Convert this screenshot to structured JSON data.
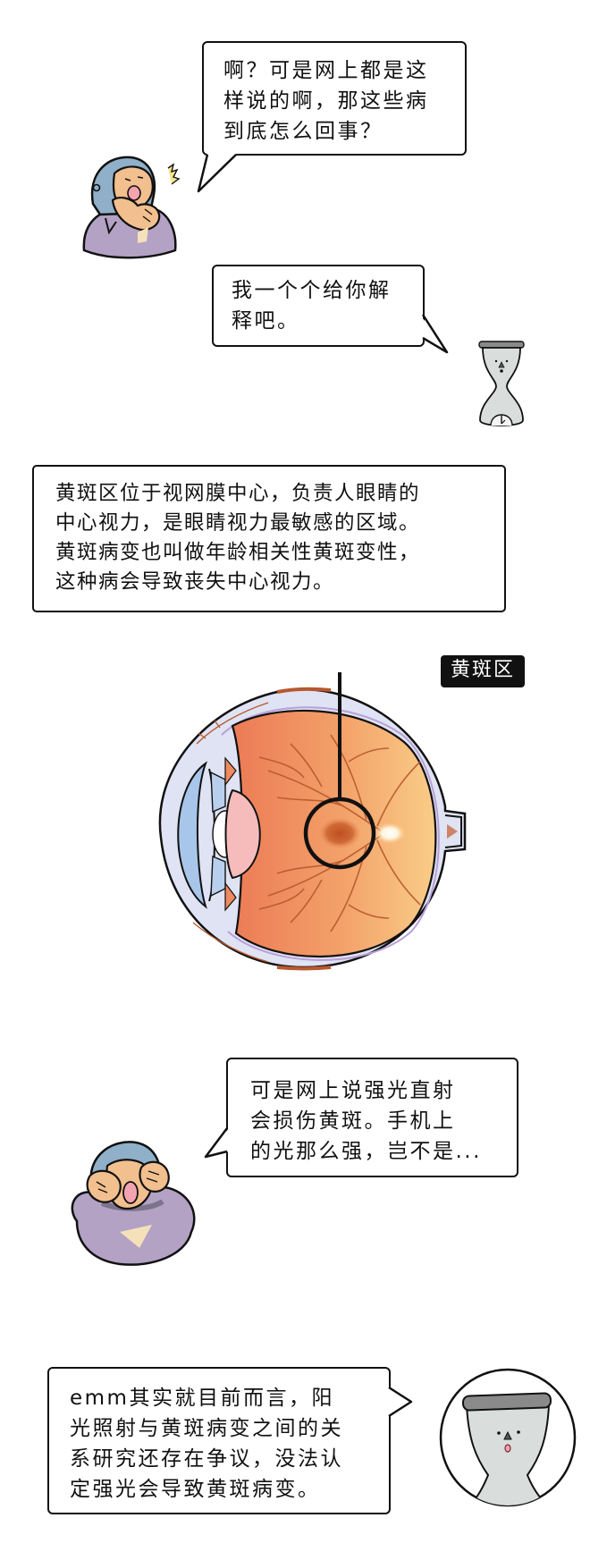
{
  "panels": [
    {
      "speaker": "monkey",
      "pose": "hand-on-chin-surprised",
      "bubble_text": "啊？可是网上都是这\n样说的啊，那这些病\n到底怎么回事？"
    },
    {
      "speaker": "hourglass",
      "bubble_text": "我一个个给你解\n释吧。"
    },
    {
      "type": "info-box",
      "text": "黄斑区位于视网膜中心，负责人眼睛的\n中心视力，是眼睛视力最敏感的区域。\n黄斑病变也叫做年龄相关性黄斑变性，\n这种病会导致丧失中心视力。"
    },
    {
      "type": "eye-diagram",
      "label": "黄斑区"
    },
    {
      "speaker": "monkey",
      "pose": "hands-covering-eyes",
      "bubble_text": "可是网上说强光直射\n会损伤黄斑。手机上\n的光那么强，岂不是..."
    },
    {
      "speaker": "hourglass-closeup",
      "bubble_text": "emm其实就目前而言，阳\n光照射与黄斑病变之间的关\n系研究还存在争议，没法认\n定强光会导致黄斑病变。"
    }
  ],
  "colors": {
    "outline": "#111111",
    "monkey_helmet": "#8fb0c8",
    "monkey_skin": "#f2bf8e",
    "monkey_shirt": "#b3a2c4",
    "hourglass_body": "#d9dedd",
    "hourglass_cap": "#8a8a8a",
    "eye_vitreous": "#ef8a5e",
    "eye_vitreous_light": "#f8c27f",
    "eye_vessel": "#b8582e",
    "eye_sclera": "#dfe3f3",
    "eye_cornea": "#a8c6ea",
    "eye_lens": "#f6bcbc",
    "macula": "#c45a2c"
  }
}
